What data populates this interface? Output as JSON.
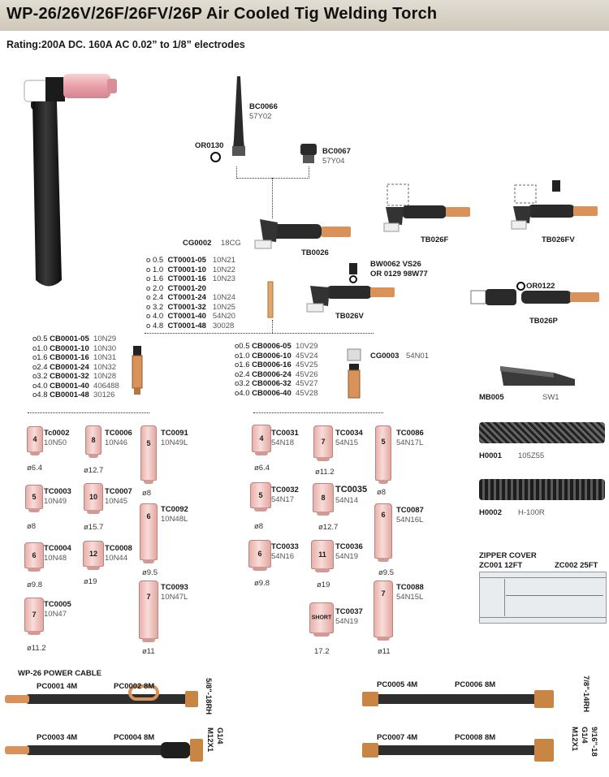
{
  "title": "WP-26/26V/26F/26FV/26P Air Cooled Tig Welding Torch",
  "rating": "Rating:200A DC. 160A AC 0.02” to 1/8” electrodes",
  "parts": {
    "bc0066": {
      "code": "BC0066",
      "sub": "57Y02"
    },
    "or0130": "OR0130",
    "bc0067": {
      "code": "BC0067",
      "sub": "57Y04"
    },
    "cg0002": {
      "code": "CG0002",
      "sub": "18CG"
    },
    "tb0026": "TB0026",
    "tb026f": "TB026F",
    "tb026fv": "TB026FV",
    "bw0062": "BW0062 VS26",
    "or0129": "OR 0129  98W77",
    "tb026v": "TB026V",
    "or0122": "OR0122",
    "tb026p": "TB026P",
    "cg0003": {
      "code": "CG0003",
      "sub": "54N01"
    }
  },
  "collets": [
    {
      "size": "0.5",
      "code": "CT0001-05",
      "alt": "10N21"
    },
    {
      "size": "1.0",
      "code": "CT0001-10",
      "alt": "10N22"
    },
    {
      "size": "1.6",
      "code": "CT0001-16",
      "alt": "10N23"
    },
    {
      "size": "2.0",
      "code": "CT0001-20",
      "alt": ""
    },
    {
      "size": "2.4",
      "code": "CT0001-24",
      "alt": "10N24"
    },
    {
      "size": "3.2",
      "code": "CT0001-32",
      "alt": "10N25"
    },
    {
      "size": "4.0",
      "code": "CT0001-40",
      "alt": "54N20"
    },
    {
      "size": "4.8",
      "code": "CT0001-48",
      "alt": "30028"
    }
  ],
  "collet_bodies": [
    {
      "size": "0.5",
      "code": "CB0001-05",
      "alt": "10N29"
    },
    {
      "size": "1.0",
      "code": "CB0001-10",
      "alt": "10N30"
    },
    {
      "size": "1.6",
      "code": "CB0001-16",
      "alt": "10N31"
    },
    {
      "size": "2.4",
      "code": "CB0001-24",
      "alt": "10N32"
    },
    {
      "size": "3.2",
      "code": "CB0001-32",
      "alt": "10N28"
    },
    {
      "size": "4.0",
      "code": "CB0001-40",
      "alt": "406488"
    },
    {
      "size": "4.8",
      "code": "CB0001-48",
      "alt": "30126"
    }
  ],
  "gas_lens": [
    {
      "size": "0.5",
      "code": "CB0006-05",
      "alt": "10V29"
    },
    {
      "size": "1.0",
      "code": "CB0006-10",
      "alt": "45V24"
    },
    {
      "size": "1.6",
      "code": "CB0006-16",
      "alt": "45V25"
    },
    {
      "size": "2.4",
      "code": "CB0006-24",
      "alt": "45V26"
    },
    {
      "size": "3.2",
      "code": "CB0006-32",
      "alt": "45V27"
    },
    {
      "size": "4.0",
      "code": "CB0006-40",
      "alt": "45V28"
    }
  ],
  "cups": [
    {
      "num": "4",
      "code": "Tc0002",
      "alt": "10N50",
      "dim": "ø6.4"
    },
    {
      "num": "5",
      "code": "TC0003",
      "alt": "10N49",
      "dim": "ø8"
    },
    {
      "num": "6",
      "code": "TC0004",
      "alt": "10N48",
      "dim": "ø9.8"
    },
    {
      "num": "7",
      "code": "TC0005",
      "alt": "10N47",
      "dim": "ø11.2"
    },
    {
      "num": "8",
      "code": "TC0006",
      "alt": "10N46",
      "dim": "ø12.7"
    },
    {
      "num": "10",
      "code": "TC0007",
      "alt": "10N45",
      "dim": "ø15.7"
    },
    {
      "num": "12",
      "code": "TC0008",
      "alt": "10N44",
      "dim": "ø19"
    },
    {
      "num": "5",
      "code": "TC0091",
      "alt": "10N49L",
      "dim": "ø8"
    },
    {
      "num": "6",
      "code": "TC0092",
      "alt": "10N48L",
      "dim": "ø9.5"
    },
    {
      "num": "7",
      "code": "TC0093",
      "alt": "10N47L",
      "dim": "ø11"
    },
    {
      "num": "4",
      "code": "TC0031",
      "alt": "54N18",
      "dim": "ø6.4"
    },
    {
      "num": "5",
      "code": "TC0032",
      "alt": "54N17",
      "dim": "ø8"
    },
    {
      "num": "6",
      "code": "TC0033",
      "alt": "54N16",
      "dim": "ø9.8"
    },
    {
      "num": "7",
      "code": "TC0034",
      "alt": "54N15",
      "dim": "ø11.2"
    },
    {
      "num": "8",
      "code": "TC0035",
      "alt": "54N14",
      "dim": "ø12.7"
    },
    {
      "num": "11",
      "code": "TC0036",
      "alt": "54N19",
      "dim": "ø19"
    },
    {
      "num": "SHORT",
      "code": "TC0037",
      "alt": "54N19",
      "dim": "17.2"
    },
    {
      "num": "5",
      "code": "TC0086",
      "alt": "54N17L",
      "dim": "ø8"
    },
    {
      "num": "6",
      "code": "TC0087",
      "alt": "54N16L",
      "dim": "ø9.5"
    },
    {
      "num": "7",
      "code": "TC0088",
      "alt": "54N15L",
      "dim": "ø11"
    }
  ],
  "accessories": {
    "mb005": "MB005",
    "sw1": "SW1",
    "h0001": "H0001",
    "h0001_sub": "105Z55",
    "h0002": "H0002",
    "h0002_sub": "H-100R",
    "zipper_title": "ZIPPER COVER",
    "zc001": "ZC001 12FT",
    "zc002": "ZC002 25FT"
  },
  "cables": {
    "title": "WP-26 POWER CABLE",
    "pc0001": "PC0001  4M",
    "pc0002": "PC0002  8M",
    "thread1": "5/8\"-18RH",
    "pc0003": "PC0003  4M",
    "pc0004": "PC0004  8M",
    "thread2a": "G1/4",
    "thread2b": "M12X1",
    "pc0005": "PC0005  4M",
    "pc0006": "PC0006  8M",
    "thread3": "7/8\"-14RH",
    "pc0007": "PC0007  4M",
    "pc0008": "PC0008  8M",
    "thread4a": "9/16\"-18",
    "thread4b": "G1/4",
    "thread4c": "M12X1"
  },
  "colors": {
    "cup_pink": "#f3c6c2",
    "torch_black": "#1c1c1c",
    "copper": "#d9925a",
    "header_bg": "#d8d2c6"
  }
}
